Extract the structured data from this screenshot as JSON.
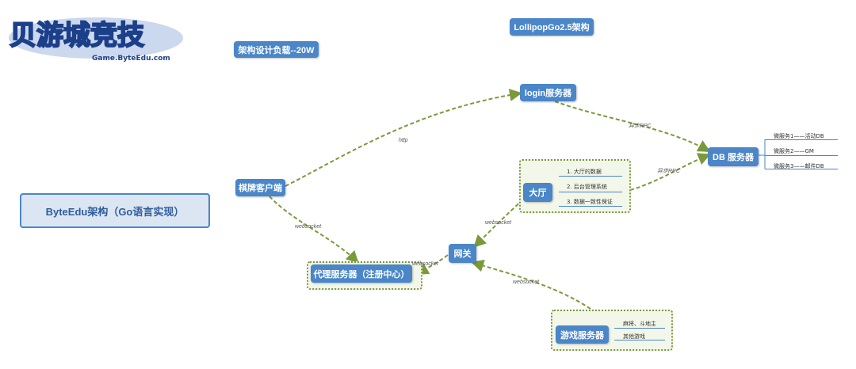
{
  "logo": {
    "text_main": "贝游城竞技",
    "text_sub": "Game.ByteEdu.com"
  },
  "header": {
    "title": "LollipopGo2.5架构",
    "load_note": "架构设计负载--20W"
  },
  "main_title": "ByteEdu架构（Go语言实现）",
  "nodes": {
    "login": "login服务器",
    "db": "DB 服务器",
    "client": "棋牌客户端",
    "hall": "大厅",
    "gateway": "网关",
    "proxy": "代理服务器（注册中心）",
    "game": "游戏服务器"
  },
  "db_children": [
    "微服务1——活动DB",
    "微服务2——GM",
    "微服务3——邮件DB"
  ],
  "hall_children": [
    "1. 大厅的数据",
    "2. 后台管理系统",
    "3. 数据一致性保证"
  ],
  "game_children": [
    "麻将、斗地主",
    "其他游戏"
  ],
  "edge_labels": {
    "client_login": "http",
    "login_db": "异步RPC",
    "hall_db": "异步RPC",
    "client_proxy": "websocket",
    "hall_gateway": "websocket",
    "gateway_proxy": "websocket",
    "game_gateway": "websocket"
  },
  "colors": {
    "node_blue": "#4a86c8",
    "edge_green": "#7a9a3a",
    "group_fill": "#f3f7ea"
  }
}
